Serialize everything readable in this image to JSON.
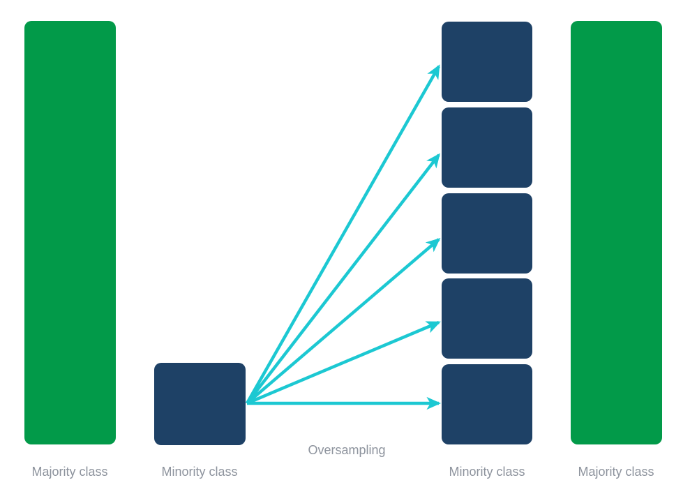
{
  "diagram": {
    "type": "oversampling-illustration",
    "process_label": "Oversampling",
    "colors": {
      "majority_green": "#029a49",
      "minority_navy": "#1e4166",
      "arrow_cyan": "#1cc8d2",
      "label_gray": "#8d939d",
      "background": "#ffffff"
    },
    "before": {
      "majority_label": "Majority class",
      "minority_label": "Minority class",
      "minority_sample_count": 1
    },
    "after": {
      "minority_label": "Minority class",
      "minority_sample_count": 5,
      "majority_label": "Majority class"
    },
    "arrows": {
      "count": 5
    }
  }
}
